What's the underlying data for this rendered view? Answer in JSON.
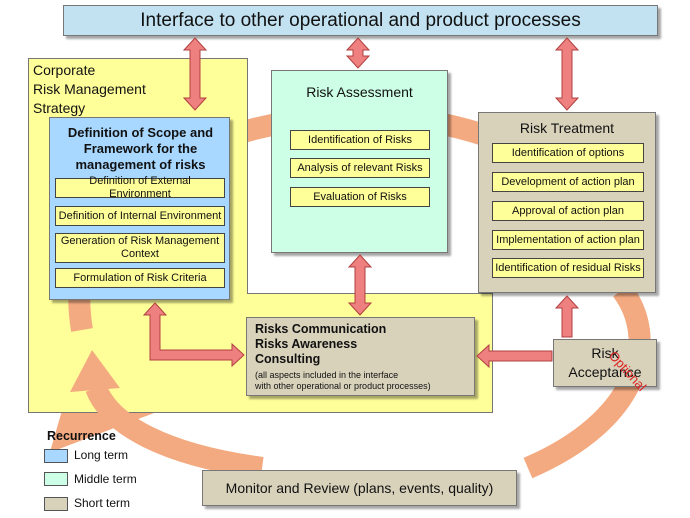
{
  "interface_bar": {
    "title": "Interface to other operational and product processes"
  },
  "strategy": {
    "title_lines": [
      "Corporate",
      "Risk Management",
      "Strategy"
    ]
  },
  "scope": {
    "title": "Definition of Scope and Framework for the management of risks",
    "items": [
      "Definition of External Environment",
      "Definition of Internal Environment",
      "Generation of Risk Management Context",
      "Formulation of Risk Criteria"
    ]
  },
  "assessment": {
    "title": "Risk Assessment",
    "items": [
      "Identification of Risks",
      "Analysis of relevant Risks",
      "Evaluation of Risks"
    ]
  },
  "treatment": {
    "title": "Risk Treatment",
    "items": [
      "Identification of options",
      "Development of action plan",
      "Approval of action plan",
      "Implementation of action plan",
      "Identification of residual Risks"
    ]
  },
  "communication": {
    "title_lines": [
      "Risks Communication",
      "Risks Awareness",
      "Consulting"
    ],
    "note_lines": [
      "(all aspects included in the interface",
      "with other operational or product processes)"
    ]
  },
  "acceptance": {
    "title_lines": [
      "Risk",
      "Acceptance"
    ],
    "optional_label": "Optional"
  },
  "monitor": {
    "title": "Monitor and Review (plans, events, quality)"
  },
  "legend": {
    "title": "Recurrence",
    "items": [
      {
        "label": "Long term",
        "color": "#a8d8ff"
      },
      {
        "label": "Middle term",
        "color": "#ccffe6"
      },
      {
        "label": "Short term",
        "color": "#d8d2bb"
      }
    ]
  },
  "colors": {
    "interface": "#c3e2f1",
    "strategy": "#ffff99",
    "long_term": "#a8d8ff",
    "middle_term": "#ccffe6",
    "short_term": "#d8d2bb",
    "cycle_arrow": "#f4aa80",
    "link_arrow": "#ee8080",
    "optional_text": "#dd2222"
  }
}
